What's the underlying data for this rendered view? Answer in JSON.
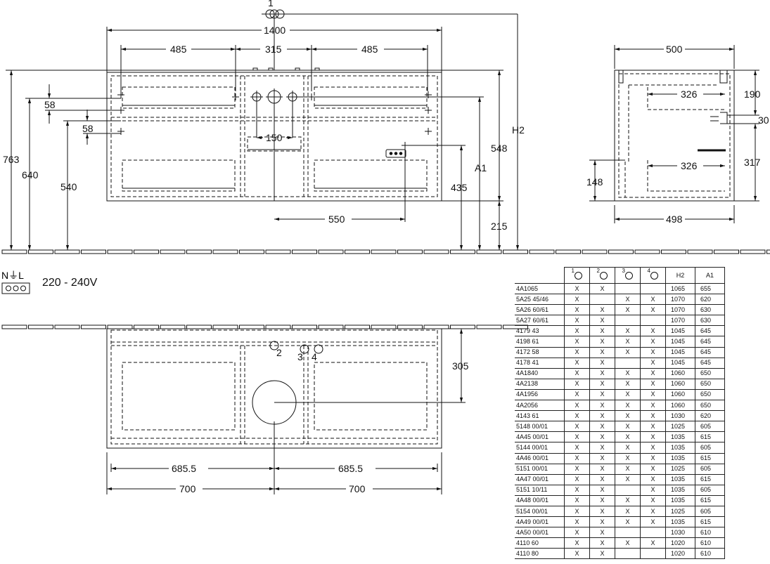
{
  "front_view": {
    "marker_number": "1",
    "dimensions": {
      "overall_width": "1400",
      "left_drawer": "485",
      "center": "315",
      "right_drawer": "485",
      "gap_top": "58",
      "gap_mid": "58",
      "mid_spacing": "150",
      "heights": [
        "763",
        "640",
        "540"
      ],
      "right_heights": [
        "548",
        "435",
        "215"
      ],
      "outlet_offset": "550",
      "h2_label": "H2",
      "a1_label": "A1"
    }
  },
  "side_view": {
    "dimensions": {
      "depth_top": "500",
      "inner_upper": "326",
      "inner_lower": "326",
      "top_height": "190",
      "step": "30",
      "lower_height": "317",
      "bottom_offset": "148",
      "depth_bottom": "498"
    }
  },
  "electrical": {
    "symbol": "N⏚L",
    "voltage": "220 - 240V"
  },
  "plan_view": {
    "depth": "305",
    "tap_labels": [
      "2",
      "3",
      "4"
    ],
    "half_inner": "685.5",
    "half_inner_right": "685.5",
    "half_outer": "700",
    "half_outer_right": "700"
  },
  "spec_table": {
    "headers": [
      "1",
      "2",
      "3",
      "4",
      "H2",
      "A1"
    ],
    "rows": [
      [
        "4A1065",
        "X",
        "X",
        "",
        "",
        "1065",
        "655"
      ],
      [
        "5A25 45/46",
        "X",
        "",
        "X",
        "X",
        "1070",
        "620"
      ],
      [
        "5A26 60/61",
        "X",
        "X",
        "X",
        "X",
        "1070",
        "630"
      ],
      [
        "5A27 60/61",
        "X",
        "X",
        "",
        "",
        "1070",
        "630"
      ],
      [
        "4179 43",
        "X",
        "X",
        "X",
        "X",
        "1045",
        "645"
      ],
      [
        "4198 61",
        "X",
        "X",
        "X",
        "X",
        "1045",
        "645"
      ],
      [
        "4172 58",
        "X",
        "X",
        "X",
        "X",
        "1045",
        "645"
      ],
      [
        "4178 41",
        "X",
        "X",
        "",
        "X",
        "1045",
        "645"
      ],
      [
        "4A1840",
        "X",
        "X",
        "X",
        "X",
        "1060",
        "650"
      ],
      [
        "4A2138",
        "X",
        "X",
        "X",
        "X",
        "1060",
        "650"
      ],
      [
        "4A1956",
        "X",
        "X",
        "X",
        "X",
        "1060",
        "650"
      ],
      [
        "4A2056",
        "X",
        "X",
        "X",
        "X",
        "1060",
        "650"
      ],
      [
        "4143 61",
        "X",
        "X",
        "X",
        "X",
        "1030",
        "620"
      ],
      [
        "5148 00/01",
        "X",
        "X",
        "X",
        "X",
        "1025",
        "605"
      ],
      [
        "4A45 00/01",
        "X",
        "X",
        "X",
        "X",
        "1035",
        "615"
      ],
      [
        "5144 00/01",
        "X",
        "X",
        "X",
        "X",
        "1035",
        "605"
      ],
      [
        "4A46 00/01",
        "X",
        "X",
        "X",
        "X",
        "1035",
        "615"
      ],
      [
        "5151 00/01",
        "X",
        "X",
        "X",
        "X",
        "1025",
        "605"
      ],
      [
        "4A47 00/01",
        "X",
        "X",
        "X",
        "X",
        "1035",
        "615"
      ],
      [
        "5151 10/11",
        "X",
        "X",
        "",
        "X",
        "1035",
        "605"
      ],
      [
        "4A48 00/01",
        "X",
        "X",
        "X",
        "X",
        "1035",
        "615"
      ],
      [
        "5154 00/01",
        "X",
        "X",
        "X",
        "X",
        "1025",
        "605"
      ],
      [
        "4A49 00/01",
        "X",
        "X",
        "X",
        "X",
        "1035",
        "615"
      ],
      [
        "4A50 00/01",
        "X",
        "X",
        "",
        "",
        "1030",
        "610"
      ],
      [
        "4110 60",
        "X",
        "X",
        "X",
        "X",
        "1020",
        "610"
      ],
      [
        "4110 80",
        "X",
        "X",
        "",
        "",
        "1020",
        "610"
      ]
    ]
  }
}
